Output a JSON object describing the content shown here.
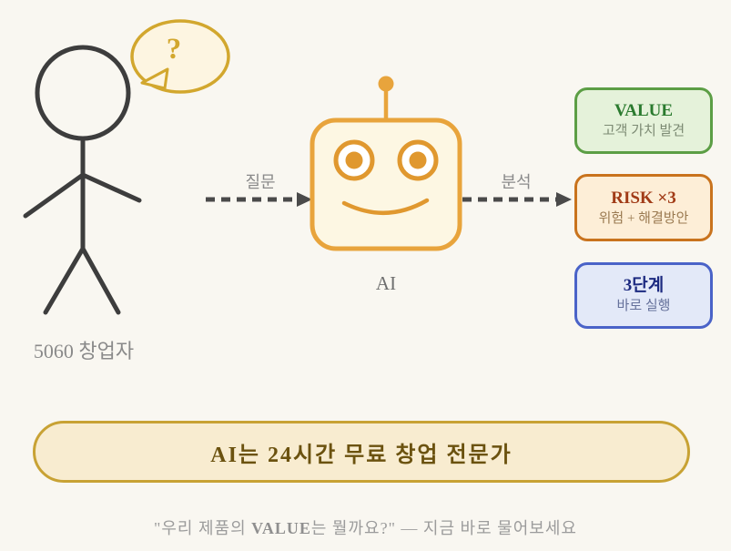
{
  "scene": {
    "person": {
      "label": "5060 창업자"
    },
    "speech_bubble": {
      "symbol": "?"
    },
    "flow": {
      "question_label": "질문",
      "analysis_label": "분석"
    },
    "robot": {
      "label": "AI"
    },
    "outputs": [
      {
        "id": "value",
        "title": "VALUE",
        "subtitle": "고객 가치 발견",
        "border_color": "#5c9e45",
        "fill_color": "#e5f2da",
        "title_color": "#2a7a2e"
      },
      {
        "id": "risk",
        "title": "RISK ×3",
        "subtitle": "위험 + 해결방안",
        "border_color": "#c9731d",
        "fill_color": "#fdeed7",
        "title_color": "#a13b17"
      },
      {
        "id": "steps",
        "title": "3단계",
        "subtitle": "바로 실행",
        "border_color": "#4a63c8",
        "fill_color": "#e3e9f8",
        "title_color": "#1c2a80"
      }
    ],
    "banner": {
      "text": "AI는 24시간 무료 창업 전문가",
      "border_color": "#c8a234",
      "fill_color": "#f8ecd0",
      "text_color": "#6b520f"
    },
    "footer": {
      "prefix": "\"우리 제품의 ",
      "highlight": "VALUE",
      "suffix": "는 뭘까요?\" — 지금 바로 물어보세요"
    }
  },
  "colors": {
    "background": "#f9f7f1",
    "figure_stroke": "#3d3d3d",
    "bubble_gold": "#d2a72e",
    "robot_orange": "#e8a43c",
    "arrow_gray": "#4a4a4a"
  }
}
